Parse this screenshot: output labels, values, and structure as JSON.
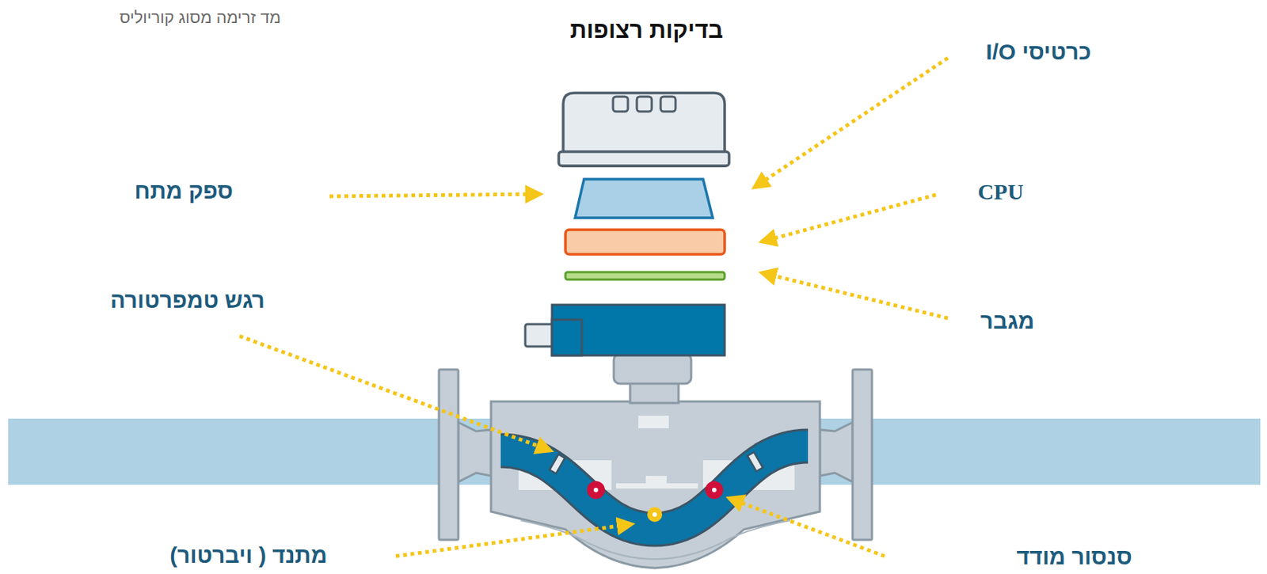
{
  "diagram": {
    "title": "בדיקות רצופות",
    "labels": [
      "מד זרימה מסוג קוריוליס",
      "כרטיסי I/O",
      "ספק מתח",
      "CPU",
      "רגש טמפרטורה",
      "מגבר",
      "מתנד ( ויברטור)",
      "סנסור מודד"
    ]
  }
}
